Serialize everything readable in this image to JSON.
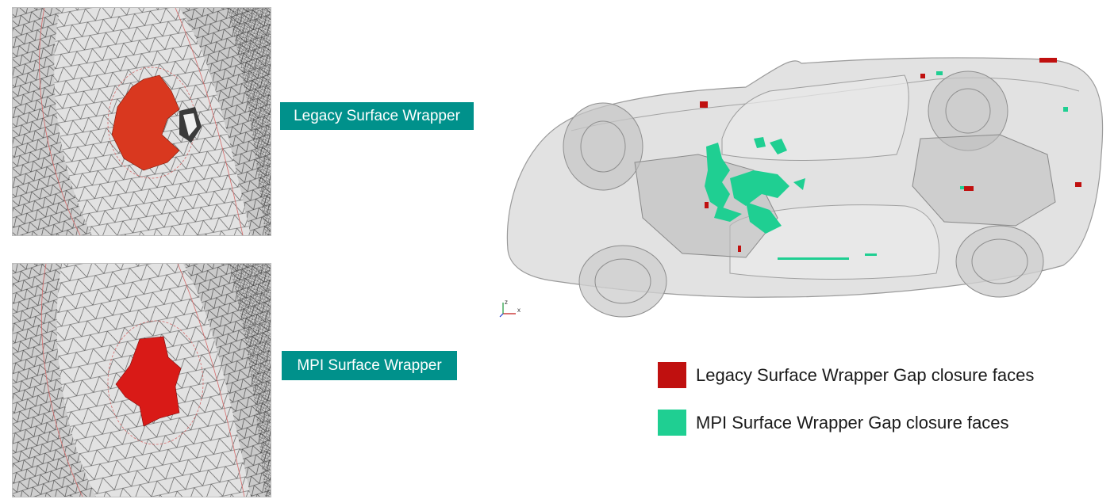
{
  "labels": {
    "legacy_tag": "Legacy Surface Wrapper",
    "mpi_tag": "MPI Surface Wrapper"
  },
  "legend": [
    {
      "label": "Legacy Surface Wrapper Gap closure faces",
      "color": "#c0100f"
    },
    {
      "label": "MPI Surface Wrapper Gap closure faces",
      "color": "#1fcf92"
    }
  ],
  "axis_triad": {
    "z": "z",
    "x": "x"
  },
  "colors": {
    "tag_bg": "#00918b",
    "legacy_patch": "#d9381f",
    "mpi_patch": "#d91a17",
    "mesh_bg": "#dcdcdc",
    "mesh_line": "#3a3a3a"
  }
}
